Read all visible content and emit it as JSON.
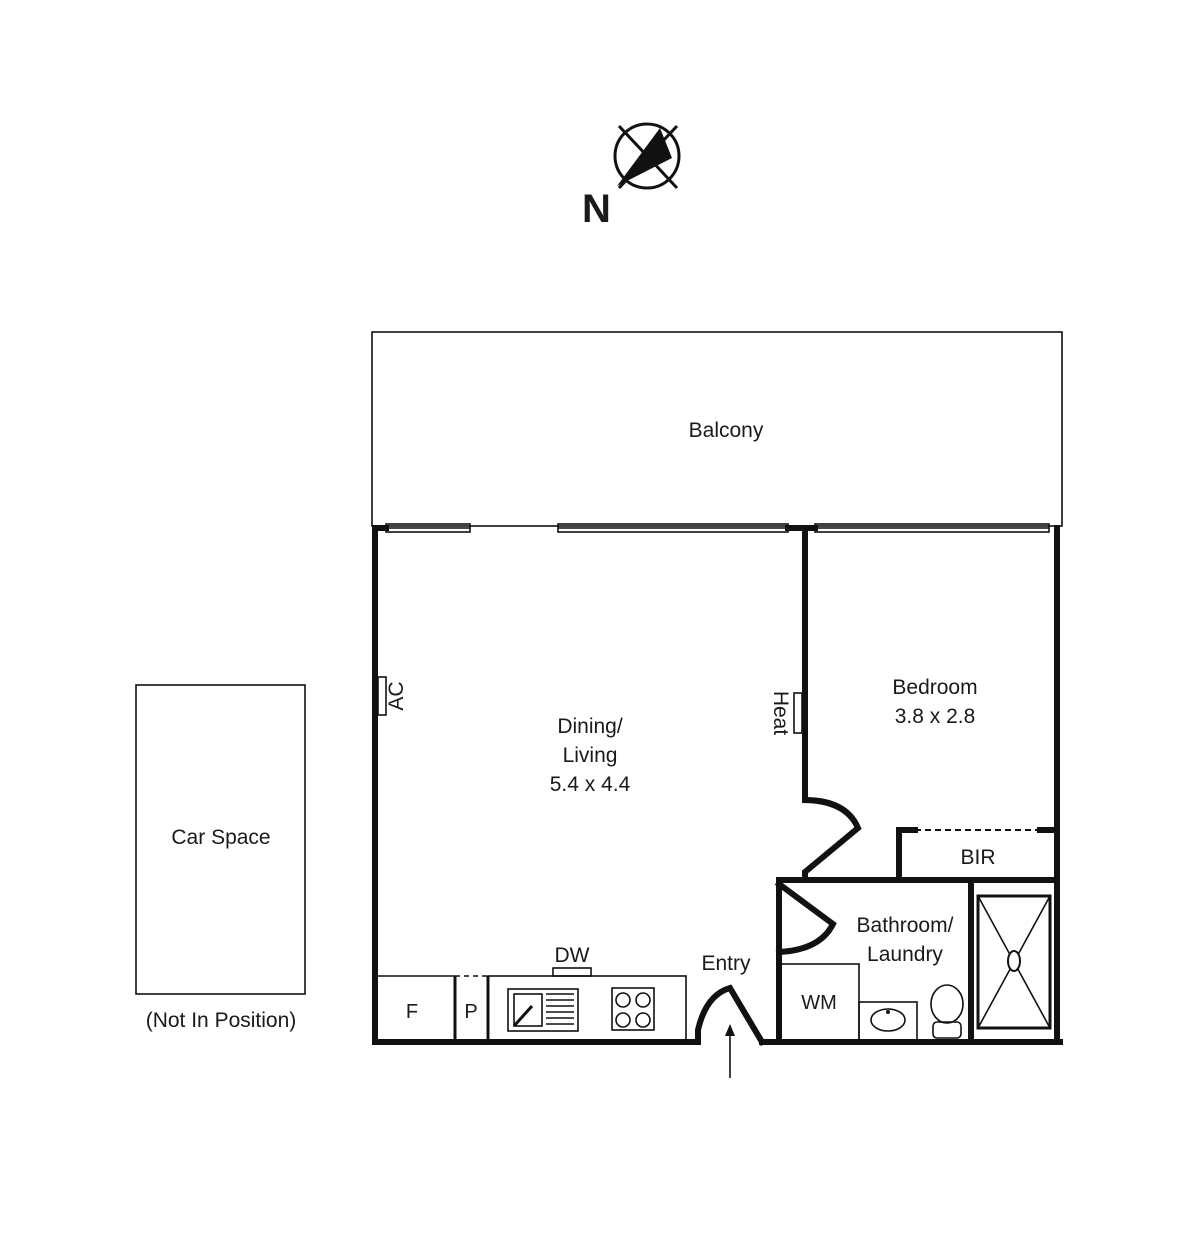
{
  "compass": {
    "north_label": "N",
    "icon": "north-arrow-icon"
  },
  "rooms": {
    "balcony": {
      "name": "Balcony"
    },
    "dining_living": {
      "name_line1": "Dining/",
      "name_line2": "Living",
      "size": "5.4 x 4.4"
    },
    "bedroom": {
      "name": "Bedroom",
      "size": "3.8 x 2.8"
    },
    "bir": {
      "name": "BIR"
    },
    "bathroom": {
      "name_line1": "Bathroom/",
      "name_line2": "Laundry"
    },
    "entry": {
      "name": "Entry"
    },
    "car_space": {
      "name": "Car Space",
      "note": "(Not In Position)"
    }
  },
  "fixtures": {
    "ac": "AC",
    "heat": "Heat",
    "dishwasher": "DW",
    "fridge": "F",
    "pantry": "P",
    "washing_machine": "WM"
  }
}
